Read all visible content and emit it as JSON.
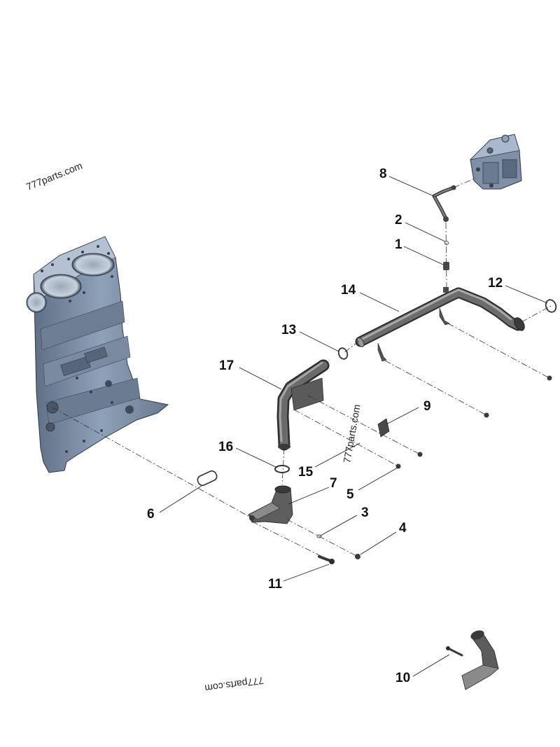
{
  "watermarks": {
    "top_left": "777parts.com",
    "center": "777parts.com",
    "bottom": "777parts.com"
  },
  "callouts": [
    "1",
    "2",
    "3",
    "4",
    "5",
    "6",
    "7",
    "8",
    "9",
    "10",
    "11",
    "12",
    "13",
    "14",
    "15",
    "16",
    "17"
  ],
  "colors": {
    "block_blue": "#7d8fa7",
    "block_light": "#a9b8cb",
    "block_dark": "#4e5b6c",
    "part_gray": "#5f5f5f",
    "part_light": "#8c8c8c",
    "part_dark": "#3a3a3a"
  }
}
